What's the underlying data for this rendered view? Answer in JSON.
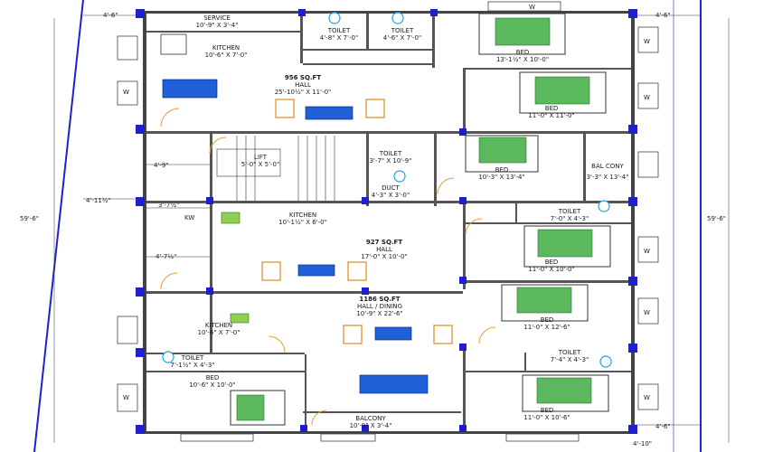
{
  "dimensions": {
    "top_left": "4'-6\"",
    "top_right": "4'-6\"",
    "left_total": "59'-6\"",
    "right_total": "59'-6\"",
    "left_mid": "4'-11½\"",
    "left_lift": "4'-9\"",
    "left_stair": "3'-7½\"",
    "left_lower": "4'-7½\"",
    "bottom_right": "4'-6\"",
    "bottom_corner": "4'-10\""
  },
  "rooms": {
    "service": {
      "name": "SERVICE",
      "size": "10'-9\" X 3'-4\""
    },
    "kitchen_top": {
      "name": "KITCHEN",
      "size": "10'-6\" X 7'-0\""
    },
    "toilet_1": {
      "name": "TOILET",
      "size": "4'-8\" X 7'-0\""
    },
    "toilet_2": {
      "name": "TOILET",
      "size": "4'-6\" X 7'-0\""
    },
    "bed_top_right": {
      "name": "BED",
      "size": "13'-1½\" X 10'-0\""
    },
    "hall_top_area": "956 SQ.FT",
    "hall_top": {
      "name": "HALL",
      "size": "25'-10½\" X 11'-0\""
    },
    "bed_2": {
      "name": "BED",
      "size": "11'-0\" X 11'-0\""
    },
    "lift": {
      "name": "LIFT",
      "size": "5'-0\" X 5'-0\""
    },
    "toilet_3": {
      "name": "TOILET",
      "size": "3'-7\" X 10'-9\""
    },
    "duct": {
      "name": "DUCT",
      "size": "4'-3\" X 3'-0\""
    },
    "bed_3": {
      "name": "BED",
      "size": "10'-3\" X 13'-4\""
    },
    "balcony_1": {
      "name": "BAL CONY",
      "size": "3'-3\" X 13'-4\""
    },
    "toilet_4": {
      "name": "TOILET",
      "size": "7'-0\" X 4'-3\""
    },
    "kitchen_mid": {
      "name": "KITCHEN",
      "size": "10'-1½\" X 6'-0\""
    },
    "hall_mid_area": "927 SQ.FT",
    "hall_mid": {
      "name": "HALL",
      "size": "17'-0\" X 10'-0\""
    },
    "bed_4": {
      "name": "BED",
      "size": "11'-0\" X 10'-0\""
    },
    "bed_5": {
      "name": "BED",
      "size": "11'-0\" X 12'-6\""
    },
    "hall_low_area": "1186 SQ.FT",
    "hall_low": {
      "name": "HALL / DINING",
      "size": "10'-9\" X 22'-6\""
    },
    "kitchen_low": {
      "name": "KITCHEN",
      "size": "10'-6\" X 7'-0\""
    },
    "toilet_5": {
      "name": "TOILET",
      "size": "7'-1½\" X 4'-3\""
    },
    "bed_6": {
      "name": "BED",
      "size": "10'-6\" X 10'-0\""
    },
    "toilet_6": {
      "name": "TOILET",
      "size": "7'-4\" X 4'-3\""
    },
    "bed_7": {
      "name": "BED",
      "size": "11'-0\" X 10'-6\""
    },
    "balcony_2": {
      "name": "BALCONY",
      "size": "10'-9\" X 3'-4\""
    }
  },
  "window_tag": "W",
  "kw_tag": "KW",
  "colors": {
    "wall": "#444444",
    "column": "#1f1fd0",
    "bed": "#5cb85c",
    "table": "#1f5fd8",
    "boundary": "#2020d0",
    "door": "#e0a040",
    "fixture": "#1aa5e0"
  }
}
